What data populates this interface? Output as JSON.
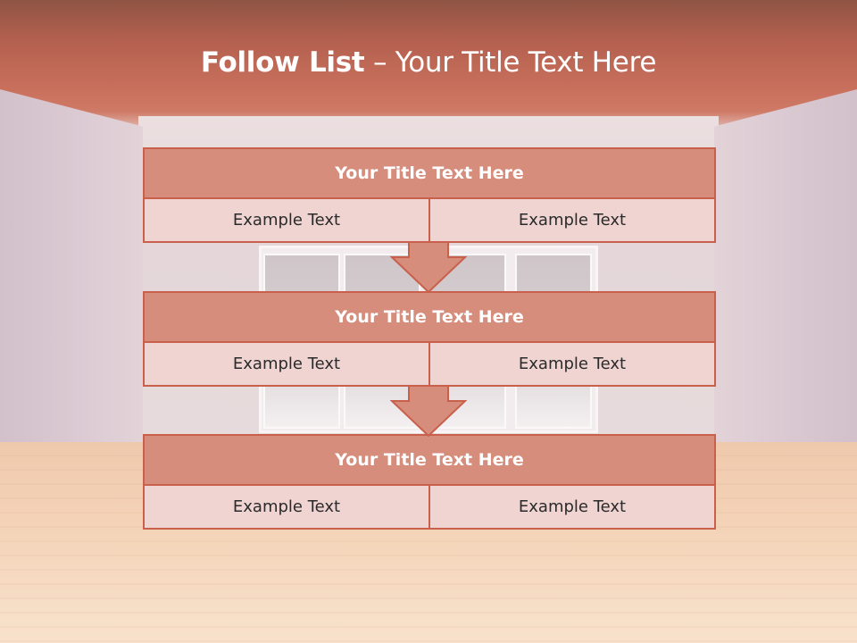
{
  "title": {
    "bold": "Follow List",
    "rest": " – Your Title Text Here"
  },
  "blocks": [
    {
      "title": "Your Title Text Here",
      "left": "Example Text",
      "right": "Example Text"
    },
    {
      "title": "Your Title Text Here",
      "left": "Example Text",
      "right": "Example Text"
    },
    {
      "title": "Your Title Text Here",
      "left": "Example Text",
      "right": "Example Text"
    }
  ],
  "colors": {
    "header_fill": "#d68d7c",
    "cell_fill": "#f0d4d2",
    "border": "#c8604c",
    "arrow_fill": "#d68d7c"
  }
}
